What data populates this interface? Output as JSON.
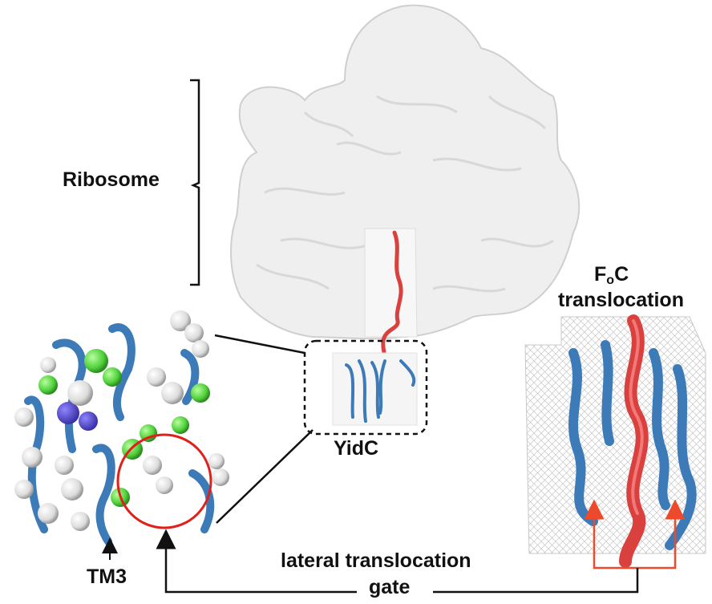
{
  "labels": {
    "ribosome": "Ribosome",
    "foc_main": "F",
    "foc_sub": "o",
    "foc_end": "C",
    "translocation": "translocation",
    "yidc": "YidC",
    "tm3": "TM3",
    "gate_line1": "lateral translocation",
    "gate_line2": "gate"
  },
  "colors": {
    "ribosome_fill": "#efefef",
    "ribosome_edge": "#cfcfcf",
    "helix_blue": "#3d7ab8",
    "helix_blue_dark": "#1f5a91",
    "chain_red": "#d9403e",
    "sphere_white": "#e9e9e9",
    "sphere_green": "#5fd64b",
    "sphere_purple": "#5a4fd0",
    "gate_circle": "#e0201b",
    "arrow_red": "#ec4a2a",
    "line_black": "#111111"
  }
}
